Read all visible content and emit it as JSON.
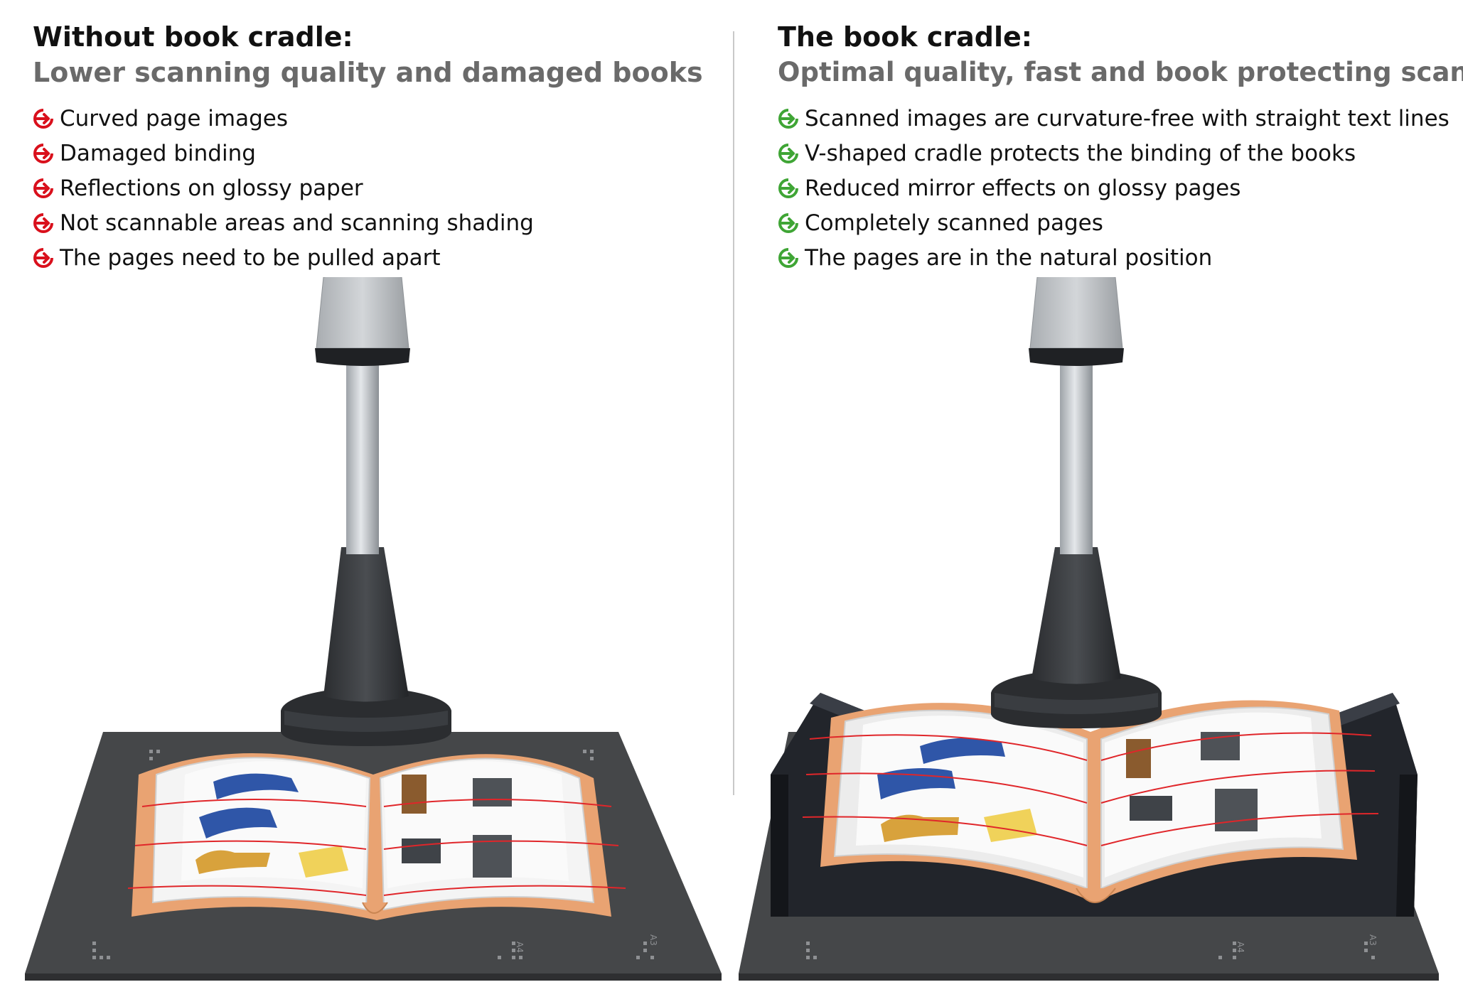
{
  "left": {
    "title": "Without book cradle:",
    "subtitle": "Lower scanning quality and damaged books",
    "bullet_color": "#d9101c",
    "bullet_icon": "red-arrow-icon",
    "bullets": [
      "Curved page images",
      "Damaged binding",
      "Reflections on glossy paper",
      "Not scannable areas and scanning shading",
      "The pages need to be pulled apart"
    ]
  },
  "right": {
    "title": "The book cradle:",
    "subtitle": "Optimal quality, fast and book protecting scanning",
    "bullet_color": "#3fa535",
    "bullet_icon": "green-arrow-icon",
    "bullets": [
      "Scanned images are curvature-free with straight text lines",
      "V-shaped cradle protects the binding of the books",
      "Reduced mirror effects on glossy pages",
      "Completely scanned pages",
      "The pages are in the natural position"
    ]
  },
  "mat_labels": {
    "a4": "A4",
    "a3": "A3"
  }
}
